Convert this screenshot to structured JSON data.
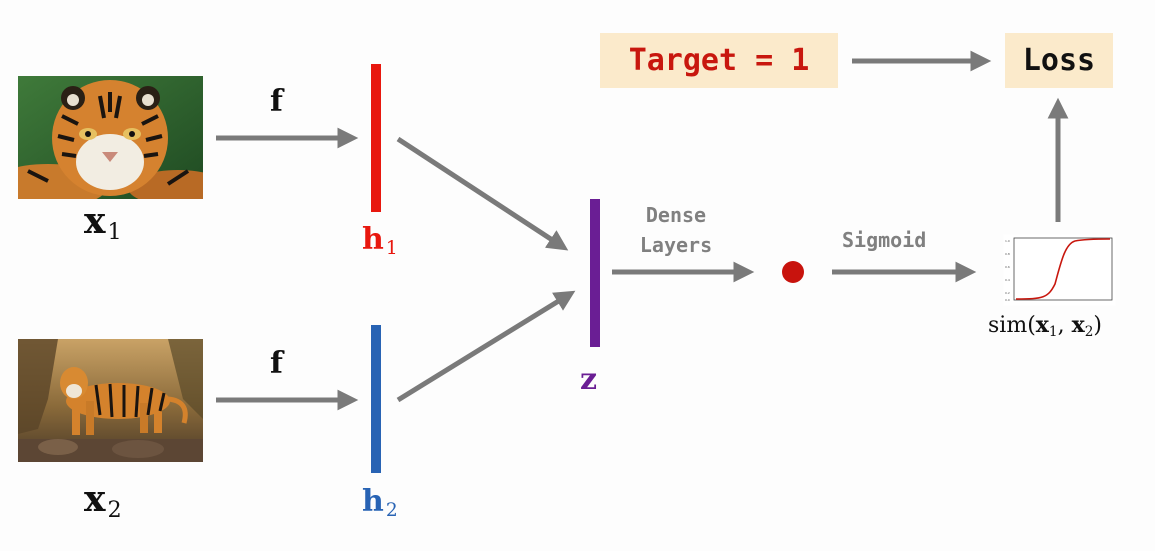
{
  "inputs": {
    "x1": {
      "symbol": "x",
      "subscript": "1"
    },
    "x2": {
      "symbol": "x",
      "subscript": "2"
    }
  },
  "encoder": {
    "label": "f"
  },
  "embeddings": {
    "h1": {
      "symbol": "h",
      "subscript": "1",
      "color": "#e8170e"
    },
    "h2": {
      "symbol": "h",
      "subscript": "2",
      "color": "#2863b4"
    },
    "z": {
      "symbol": "z",
      "color": "#6a1e94"
    }
  },
  "dense": {
    "line1": "Dense",
    "line2": "Layers"
  },
  "node": {
    "color": "#c8130d"
  },
  "sigmoid": {
    "label": "Sigmoid"
  },
  "similarity": {
    "prefix": "sim(",
    "a": "x",
    "a_sub": "1",
    "sep": ", ",
    "b": "x",
    "b_sub": "2",
    "suffix": ")"
  },
  "target": {
    "label": "Target = 1"
  },
  "loss": {
    "label": "Loss"
  },
  "colors": {
    "arrow": "#7a7a7a",
    "box_fill": "#fbeacb",
    "target_text": "#c8170e"
  }
}
